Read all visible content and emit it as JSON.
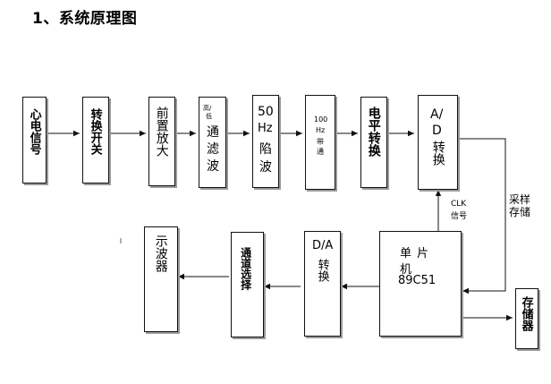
{
  "title": "1、系统原理图",
  "blocks": {
    "heart_signal": "心电信号",
    "switch": "转换开关",
    "preamp": "前置放大",
    "hp_lp_a": "高/",
    "hp_lp_b": "低",
    "hp_lp_c": "通",
    "hp_lp_d": "滤",
    "hp_lp_e": "波",
    "notch_a": "50",
    "notch_b": "Hz",
    "notch_c": "陷",
    "notch_d": "波",
    "bandpass_a": "100",
    "bandpass_b": "Hz",
    "bandpass_c": "带",
    "bandpass_d": "通",
    "level_shift": "电平转换",
    "adc_a": "A/",
    "adc_b": "D",
    "adc_c": "转换",
    "mcu_a": "单片",
    "mcu_b": "机",
    "mcu_c": "89C51",
    "dac_a": "D/A",
    "dac_b": "转换",
    "channel_select": "通道选择",
    "oscilloscope": "示波器",
    "storage": "存储器"
  },
  "labels": {
    "clk_a": "CLK",
    "clk_b": "信号",
    "sample_a": "采样",
    "sample_b": "存储"
  }
}
